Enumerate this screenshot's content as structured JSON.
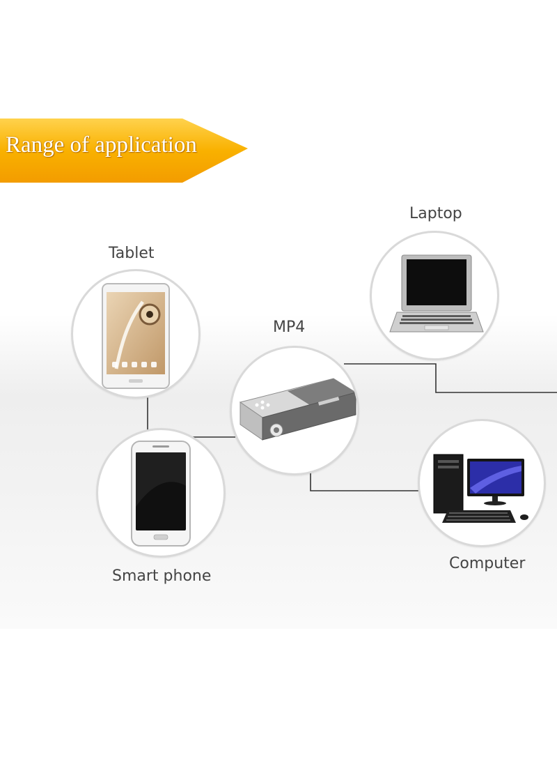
{
  "banner": {
    "title": "Range of application",
    "color": "#f7a800"
  },
  "devices": {
    "tablet": {
      "label": "Tablet",
      "icon": "tablet-icon"
    },
    "laptop": {
      "label": "Laptop",
      "icon": "laptop-icon"
    },
    "mp4": {
      "label": "MP4",
      "icon": "mp4-projector-icon"
    },
    "smartphone": {
      "label": "Smart phone",
      "icon": "smartphone-icon"
    },
    "computer": {
      "label": "Computer",
      "icon": "desktop-computer-icon"
    }
  },
  "colors": {
    "connector": "#333333",
    "circle_border": "#d9d9d9",
    "label": "#444444"
  }
}
